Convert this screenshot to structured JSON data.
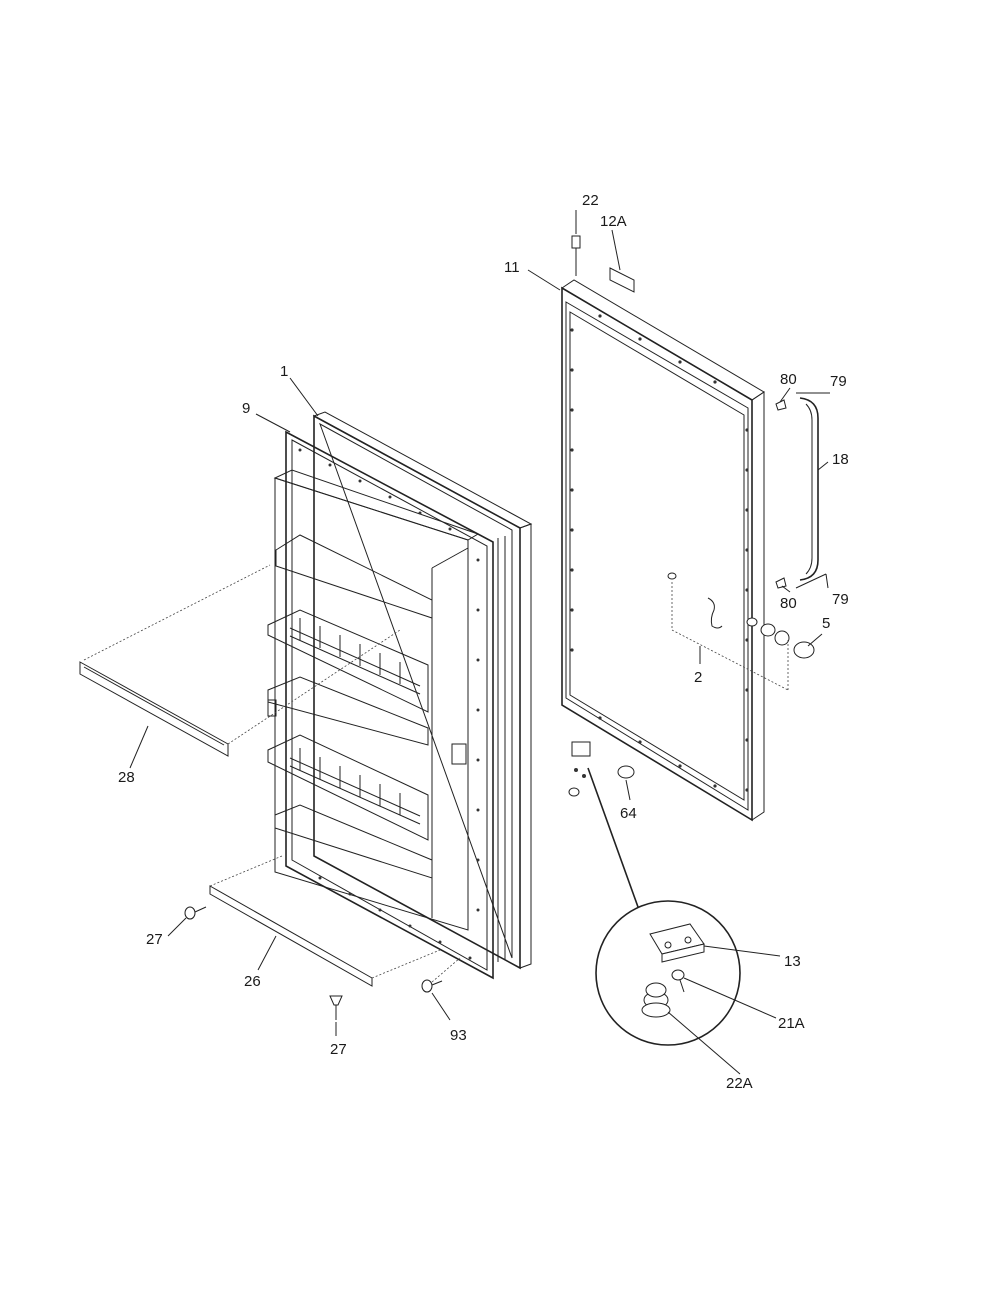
{
  "diagram": {
    "callouts": {
      "c1": "1",
      "c9": "9",
      "c28": "28",
      "c27_left": "27",
      "c26": "26",
      "c27_bottom": "27",
      "c93": "93",
      "c22_top": "22",
      "c12A": "12A",
      "c11": "11",
      "c80_top": "80",
      "c79_top": "79",
      "c18": "18",
      "c80_bottom": "80",
      "c79_bottom": "79",
      "c5": "5",
      "c2": "2",
      "c64": "64",
      "c13": "13",
      "c21A": "21A",
      "c22A": "22A"
    }
  }
}
